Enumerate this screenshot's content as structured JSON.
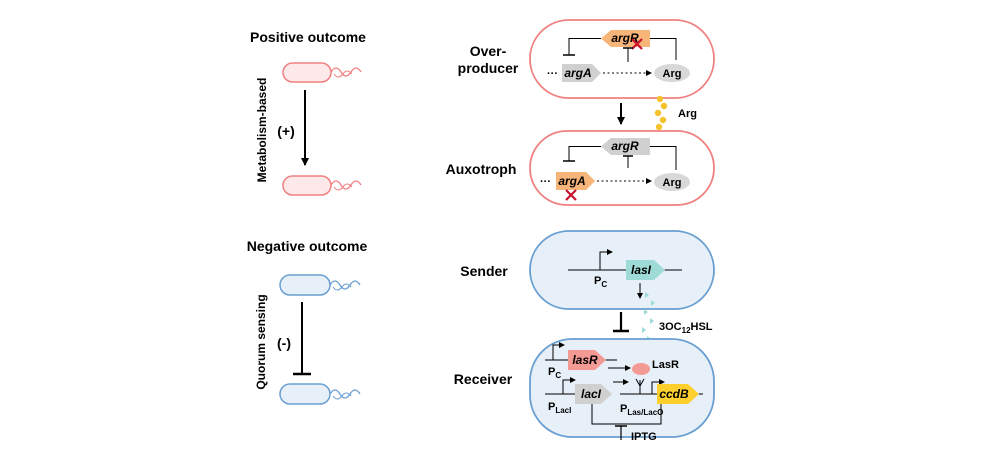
{
  "left": {
    "positive": {
      "title": "Positive outcome",
      "mechanism": "Metabolism-based",
      "sign": "(+)"
    },
    "negative": {
      "title": "Negative outcome",
      "mechanism": "Quorum sensing",
      "sign": "(-)"
    }
  },
  "right": {
    "overproducer": {
      "label_line1": "Over-",
      "label_line2": "producer",
      "gene_reg": "argR",
      "gene_syn": "argA",
      "metabolite": "Arg"
    },
    "exchange": {
      "molecule": "Arg"
    },
    "auxotroph": {
      "label": "Auxotroph",
      "gene_reg": "argR",
      "gene_syn": "argA",
      "metabolite": "Arg"
    },
    "sender": {
      "label": "Sender",
      "promoter": "P",
      "promoter_sub": "C",
      "gene": "lasI"
    },
    "signal": {
      "pre": "3OC",
      "sub": "12",
      "post": "HSL"
    },
    "receiver": {
      "label": "Receiver",
      "gene_lasR": "lasR",
      "gene_lacI": "lacI",
      "gene_ccdB": "ccdB",
      "protein": "LasR",
      "promoter_pc": "P",
      "promoter_pc_sub": "C",
      "promoter_placi": "P",
      "promoter_placi_sub": "LacI",
      "promoter_plas": "P",
      "promoter_plas_sub": "Las/LacO",
      "inducer": "IPTG"
    }
  },
  "colors": {
    "pink_cell": "#f08080",
    "pink_fill": "#fde9e9",
    "blue_cell": "#6a9fd1",
    "blue_fill": "#e7f0f9",
    "orange_gene": "#f7b57a",
    "grey_gene": "#d0d0d0",
    "teal_gene": "#9edbd6",
    "salmon_gene": "#f49a95",
    "yellow_gene": "#ffcf2e",
    "arg_dot": "#f3c22c",
    "knockout": "#c8102e"
  }
}
